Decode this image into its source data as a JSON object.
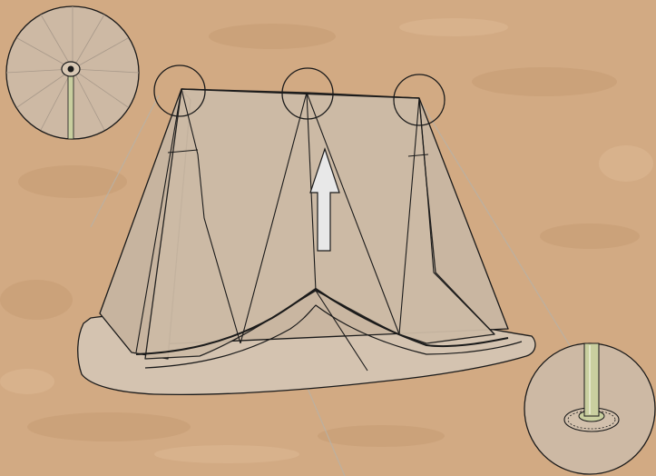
{
  "illustration": {
    "type": "tent-pitching-diagram",
    "text": []
  },
  "colors": {
    "ground": "#d2aa83",
    "ground_speckle": "#c49a73",
    "ground_light": "#dcb892",
    "tent_fill": "#cdbba6",
    "tent_fill_light": "#d8c8b4",
    "tent_stroke": "#1a1a1a",
    "callout_fill": "#cdb9a4",
    "pole": "#c9cf9f",
    "arrow": "#e8e8e8"
  },
  "callouts": [
    {
      "name": "callout-detail-top-pole"
    },
    {
      "name": "callout-detail-grommet-base"
    }
  ],
  "peak_markers": [
    {
      "name": "peak-marker-left"
    },
    {
      "name": "peak-marker-center"
    },
    {
      "name": "peak-marker-right"
    }
  ],
  "arrow": {
    "direction": "up",
    "meaning": "raise-tent"
  }
}
